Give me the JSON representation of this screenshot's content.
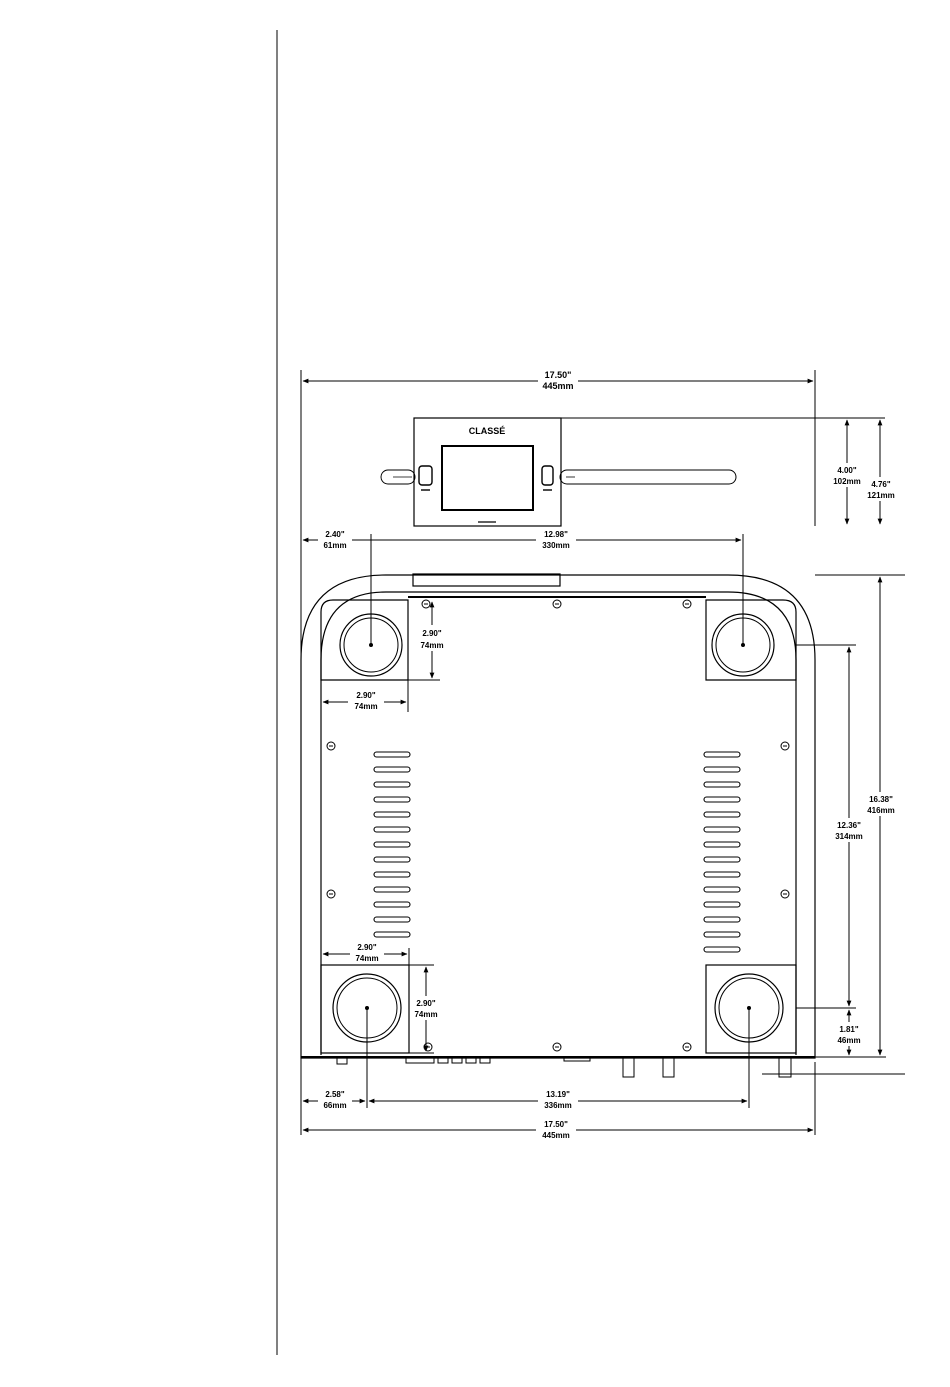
{
  "diagram": {
    "brand_label": "CLASSÉ",
    "front_width": {
      "imperial": "17.50\"",
      "metric": "445mm"
    },
    "front_heights": [
      {
        "imperial": "4.00\"",
        "metric": "102mm"
      },
      {
        "imperial": "4.76\"",
        "metric": "121mm"
      }
    ],
    "top_offset": {
      "imperial": "2.40\"",
      "metric": "61mm"
    },
    "top_span": {
      "imperial": "12.98\"",
      "metric": "330mm"
    },
    "foot_size_tl_v": {
      "imperial": "2.90\"",
      "metric": "74mm"
    },
    "foot_size_tl_h": {
      "imperial": "2.90\"",
      "metric": "74mm"
    },
    "foot_size_bl_h": {
      "imperial": "2.90\"",
      "metric": "74mm"
    },
    "foot_size_bl_v": {
      "imperial": "2.90\"",
      "metric": "74mm"
    },
    "depth_total": {
      "imperial": "16.38\"",
      "metric": "416mm"
    },
    "depth_feet": {
      "imperial": "12.36\"",
      "metric": "314mm"
    },
    "rear_foot_offset": {
      "imperial": "1.81\"",
      "metric": "46mm"
    },
    "bottom_left_offset": {
      "imperial": "2.58\"",
      "metric": "66mm"
    },
    "bottom_span": {
      "imperial": "13.19\"",
      "metric": "336mm"
    },
    "bottom_width": {
      "imperial": "17.50\"",
      "metric": "445mm"
    }
  }
}
